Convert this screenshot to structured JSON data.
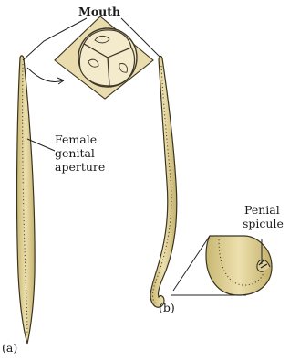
{
  "labels": {
    "mouth": "Mouth",
    "female_line1": "Female",
    "female_line2": "genital",
    "female_line3": "aperture",
    "penial_line1": "Penial",
    "penial_line2": "spicule",
    "fig_a": "(a)",
    "fig_b": "(b)"
  },
  "colors": {
    "body_fill": "#ddcf96",
    "body_stroke": "#3a3320",
    "lip_fill": "#f1e6c2",
    "lip_stroke": "#3f3828"
  }
}
